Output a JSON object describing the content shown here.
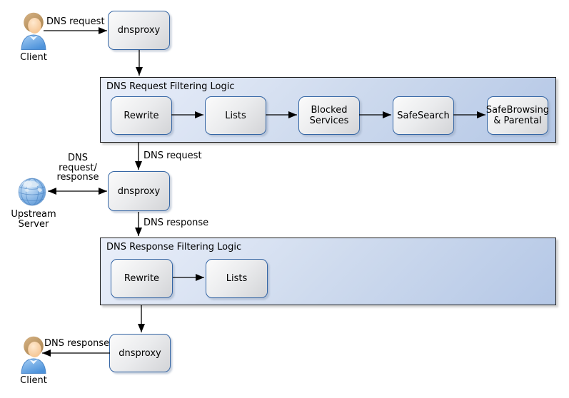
{
  "diagram": {
    "top": {
      "client_label": "Client",
      "edge_label": "DNS request",
      "proxy_label": "dnsproxy"
    },
    "request_filtering": {
      "title": "DNS Request Filtering Logic",
      "steps": [
        "Rewrite",
        "Lists",
        "Blocked Services",
        "SafeSearch",
        "SafeBrowsing & Parental"
      ]
    },
    "middle": {
      "in_edge_label": "DNS request",
      "proxy_label": "dnsproxy",
      "upstream_label": "Upstream Server",
      "upstream_edge_label": "DNS request/ response",
      "out_edge_label": "DNS response"
    },
    "response_filtering": {
      "title": "DNS Response Filtering Logic",
      "steps": [
        "Rewrite",
        "Lists"
      ]
    },
    "bottom": {
      "proxy_label": "dnsproxy",
      "edge_label": "DNS response",
      "client_label": "Client"
    },
    "icons": {
      "client_top": "person-icon",
      "upstream": "globe-icon",
      "client_bottom": "person-icon"
    },
    "colors": {
      "node_border": "#3465a4",
      "panel_light": "#eaeffa",
      "panel_dark": "#b4c7e6",
      "arrow": "#000000"
    }
  }
}
